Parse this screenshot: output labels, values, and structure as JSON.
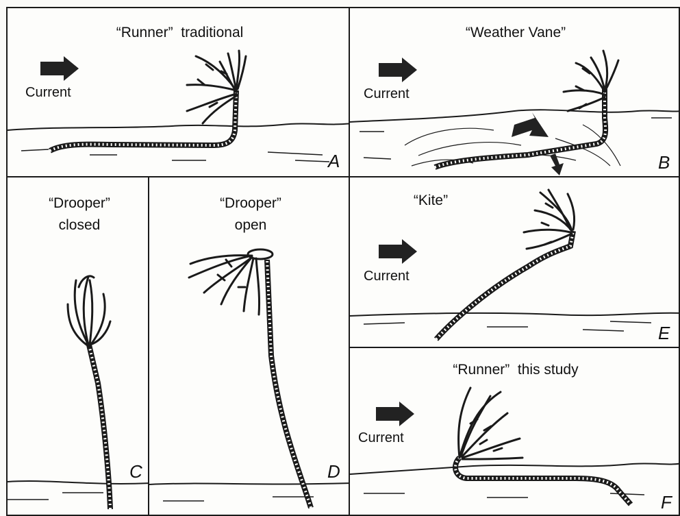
{
  "colors": {
    "ink": "#1a1a1a",
    "paper": "#fdfdfb",
    "arrow": "#222222"
  },
  "panels": {
    "A": {
      "title": "“Runner”  traditional",
      "current": "Current",
      "letter": "A"
    },
    "B": {
      "title": "“Weather Vane”",
      "current": "Current",
      "letter": "B"
    },
    "C": {
      "title_line1": "“Drooper”",
      "title_line2": "closed",
      "letter": "C"
    },
    "D": {
      "title_line1": "“Drooper”",
      "title_line2": "open",
      "letter": "D"
    },
    "E": {
      "title": "“Kite”",
      "current": "Current",
      "letter": "E"
    },
    "F": {
      "title": "“Runner”  this study",
      "current": "Current",
      "letter": "F"
    }
  },
  "icons": {
    "current_arrow": "right-arrow-icon",
    "flow_arrows": "flow-arrow-icon"
  }
}
